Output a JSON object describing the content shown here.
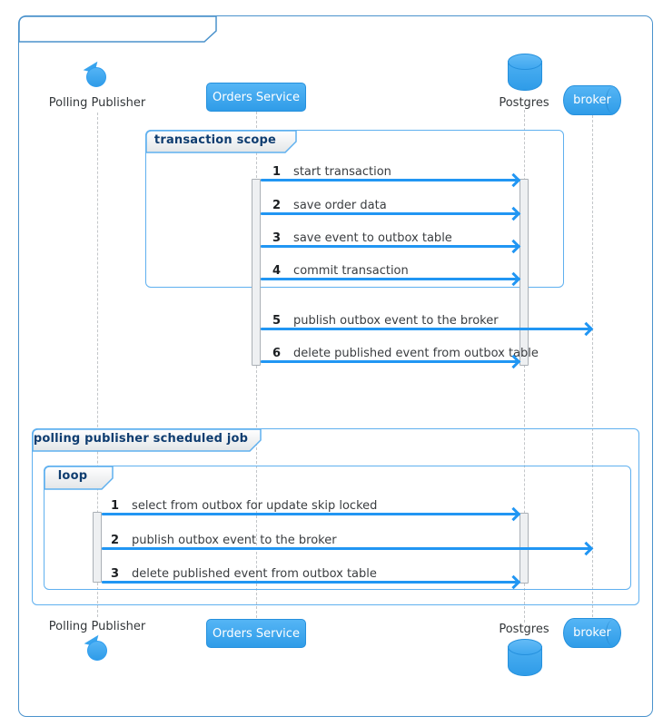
{
  "diagram_type": "uml-sequence-diagram",
  "mainframe_title": "",
  "participants": [
    {
      "name": "Polling Publisher",
      "kind": "control"
    },
    {
      "name": "Orders Service",
      "kind": "participant"
    },
    {
      "name": "Postgres",
      "kind": "database"
    },
    {
      "name": "broker",
      "kind": "queue"
    }
  ],
  "frames": {
    "transaction": {
      "label": "transaction scope"
    },
    "scheduled_job": {
      "label": "polling publisher scheduled job"
    },
    "loop": {
      "label": "loop"
    }
  },
  "tx": [
    {
      "num": "1",
      "text": "start transaction",
      "from": "Orders Service",
      "to": "Postgres"
    },
    {
      "num": "2",
      "text": "save order data",
      "from": "Orders Service",
      "to": "Postgres"
    },
    {
      "num": "3",
      "text": "save event to outbox table",
      "from": "Orders Service",
      "to": "Postgres"
    },
    {
      "num": "4",
      "text": "commit transaction",
      "from": "Orders Service",
      "to": "Postgres"
    },
    {
      "num": "5",
      "text": "publish outbox event to the broker",
      "from": "Orders Service",
      "to": "broker"
    },
    {
      "num": "6",
      "text": "delete published event from outbox table",
      "from": "Orders Service",
      "to": "Postgres"
    }
  ],
  "loop": [
    {
      "num": "1",
      "text": "select from outbox for update skip locked",
      "from": "Polling Publisher",
      "to": "Postgres"
    },
    {
      "num": "2",
      "text": "publish outbox event to the broker",
      "from": "Polling Publisher",
      "to": "broker"
    },
    {
      "num": "3",
      "text": "delete published event from outbox table",
      "from": "Polling Publisher",
      "to": "Postgres"
    }
  ],
  "colors": {
    "arrow": "#2196f3",
    "participant_fill": "#3fa7ef",
    "participant_border": "#2590dd",
    "frame_border": "#5fb0ef",
    "mainframe_border": "#4a92cc",
    "frame_title_text": "#0f3d70",
    "lifeline": "#c3c6c9",
    "activation_fill": "#eef0f2"
  }
}
